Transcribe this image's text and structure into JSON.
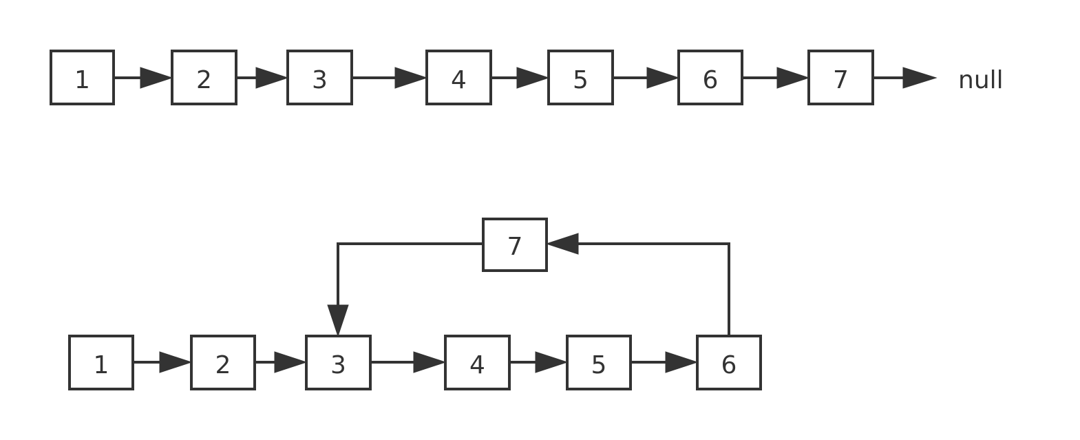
{
  "colors": {
    "stroke": "#333333",
    "background": "#ffffff"
  },
  "list_top": {
    "nodes": [
      "1",
      "2",
      "3",
      "4",
      "5",
      "6",
      "7"
    ],
    "terminal": "null"
  },
  "list_bottom": {
    "nodes": [
      "1",
      "2",
      "3",
      "4",
      "5",
      "6"
    ],
    "loop_node": "7"
  }
}
